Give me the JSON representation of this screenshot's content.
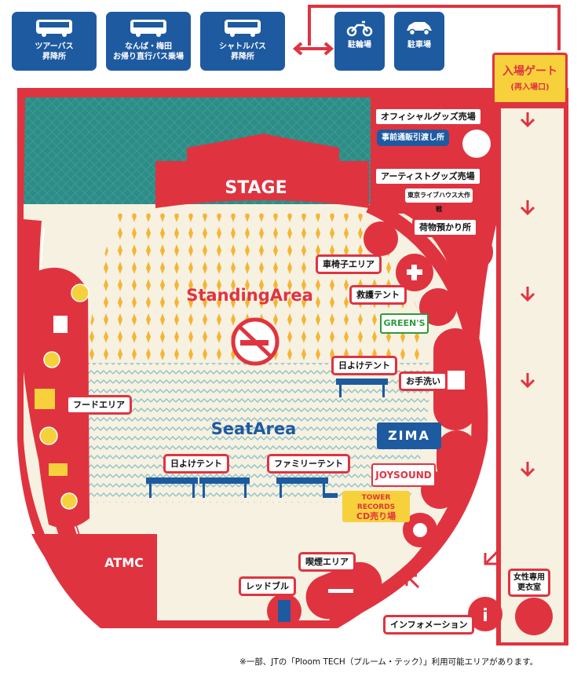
{
  "top_boxes": [
    {
      "id": "tour-bus",
      "icon": "bus-icon",
      "lines": [
        "ツアーバス",
        "昇降所"
      ]
    },
    {
      "id": "namba-bus",
      "icon": "bus-icon",
      "lines": [
        "なんば・梅田",
        "お帰り直行バス乗場"
      ]
    },
    {
      "id": "shuttle-bus",
      "icon": "bus-icon",
      "lines": [
        "シャトルバス",
        "昇降所"
      ]
    },
    {
      "id": "bike-parking",
      "icon": "motorcycle-icon",
      "lines": [
        "駐輪場"
      ]
    },
    {
      "id": "car-parking",
      "icon": "car-icon",
      "lines": [
        "駐車場"
      ]
    }
  ],
  "gate": {
    "title": "入場ゲート",
    "sub": "(再入場口)"
  },
  "areas": {
    "stage": "STAGE",
    "standing": "StandingArea",
    "seat": "SeatArea",
    "atmc": "ATMC"
  },
  "labels": {
    "official_goods": "オフィシャルグッズ売場",
    "presale": "事前通販引渡し所",
    "artist_goods": "アーティストグッズ売場",
    "artist_logo": "東京ライブハウス大作戦",
    "luggage": "荷物預かり所",
    "wheelchair": "車椅子エリア",
    "first_aid": "救護テント",
    "greens": "GREEN'S",
    "sunshade_right": "日よけテント",
    "toilet": "お手洗い",
    "food": "フードエリア",
    "zima": "ZIMA",
    "joysound": "JOYSOUND",
    "tower_records": "TOWER RECORDS",
    "cd_shop": "CD売り場",
    "sunshade_left": "日よけテント",
    "family_tent": "ファミリーテント",
    "smoking": "喫煙エリア",
    "red_bull": "レッドブル",
    "information": "インフォメーション",
    "women_changing": "女性専用\n更衣室"
  },
  "footnote": "※一部、JTの「Ploom TECH（プルーム・テック）」利用可能エリアがあります。",
  "colors": {
    "red": "#e03340",
    "navy": "#1e5aa0",
    "teal": "#2e8c86",
    "cream": "#f7f1e1",
    "yellow": "#f7d13c",
    "orange": "#f5a623"
  }
}
